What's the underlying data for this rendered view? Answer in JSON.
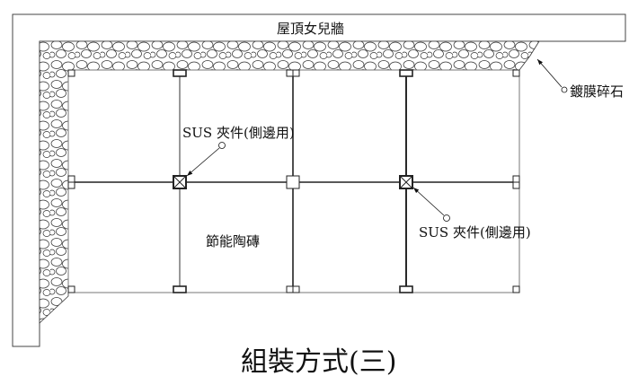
{
  "labels": {
    "parapet": "屋頂女兒牆",
    "gravel": "鍍膜碎石",
    "clip_upper": "SUS 夾件(側邊用)",
    "clip_lower": "SUS 夾件(側邊用)",
    "tile": "節能陶磚",
    "title": "組裝方式(三)"
  },
  "colors": {
    "line": "#222222",
    "gravel": "#333333"
  }
}
